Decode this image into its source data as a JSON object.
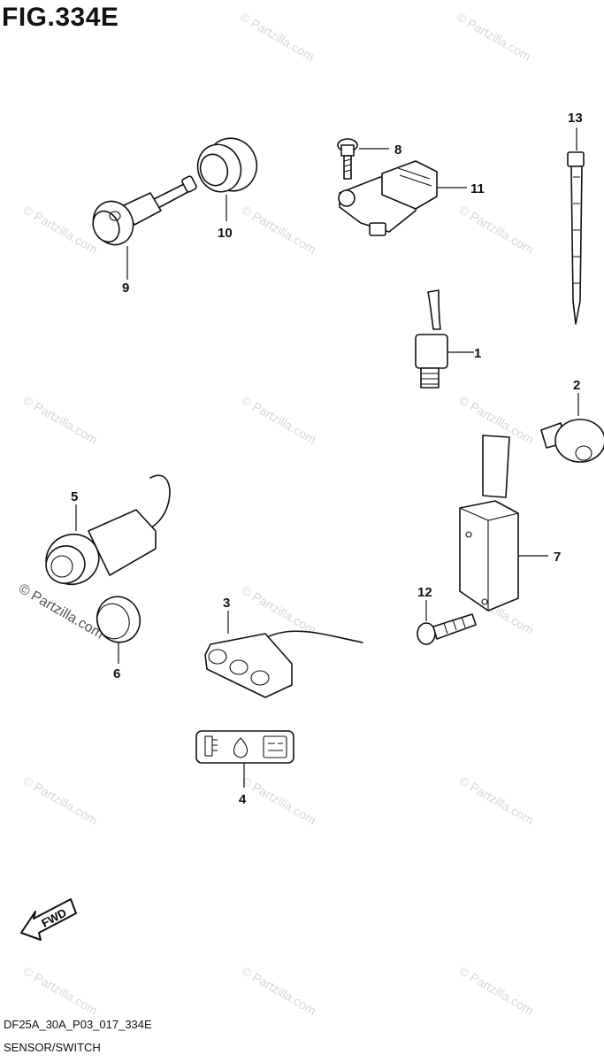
{
  "figure": {
    "title": "FIG.334E",
    "code": "DF25A_30A_P03_017_334E",
    "name": "SENSOR/SWITCH",
    "fwd_label": "FWD"
  },
  "watermark": {
    "text": "© Partzilla.com",
    "feature_text": "© Partzilla.com"
  },
  "callouts": [
    "1",
    "2",
    "3",
    "4",
    "5",
    "6",
    "7",
    "8",
    "9",
    "10",
    "11",
    "12",
    "13"
  ]
}
